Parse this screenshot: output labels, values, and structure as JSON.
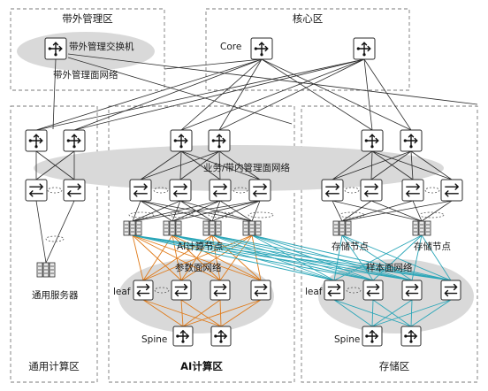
{
  "zones": {
    "oob": "带外管理区",
    "core": "核心区",
    "general": "通用计算区",
    "ai": "AI计算区",
    "storage": "存储区"
  },
  "labels": {
    "oob_switch": "带外管理交换机",
    "oob_network": "带外管理面网络",
    "core": "Core",
    "business_network": "业务/带内管理面网络",
    "general_server": "通用服务器",
    "ai_node": "AI计算节点",
    "param_network": "参数面网络",
    "storage_node_1": "存储节点",
    "storage_node_2": "存储节点",
    "sample_network": "样本面网络",
    "leaf_ai": "leaf",
    "leaf_storage": "leaf",
    "spine_ai": "Spine",
    "spine_storage": "Spine"
  },
  "colors": {
    "param_links": "#e07b1a",
    "sample_links": "#2aa6b8",
    "zone_border": "#7a7a7a",
    "network_ellipse": "#d9d9d9"
  },
  "icons": {
    "router": "router-icon",
    "switch": "switch-icon",
    "server": "server-icon"
  }
}
